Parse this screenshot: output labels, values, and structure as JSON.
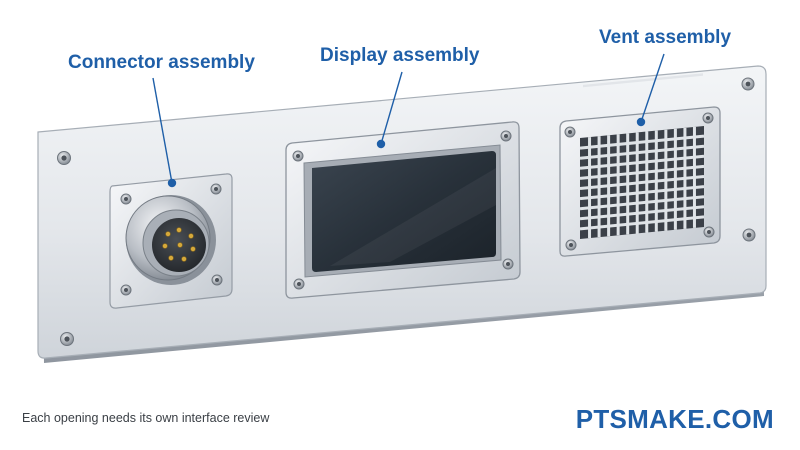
{
  "labels": {
    "connector": "Connector assembly",
    "display": "Display assembly",
    "vent": "Vent assembly"
  },
  "caption": "Each opening needs its own interface review",
  "brand": "PTSMAKE.COM",
  "colors": {
    "accent": "#1f5fa8",
    "panel": "#e3e6ea",
    "screen": "#27303a"
  },
  "icons": {
    "connector": "circular-connector-icon",
    "display": "lcd-display-icon",
    "vent": "vent-grille-icon",
    "screw": "screw-icon"
  }
}
